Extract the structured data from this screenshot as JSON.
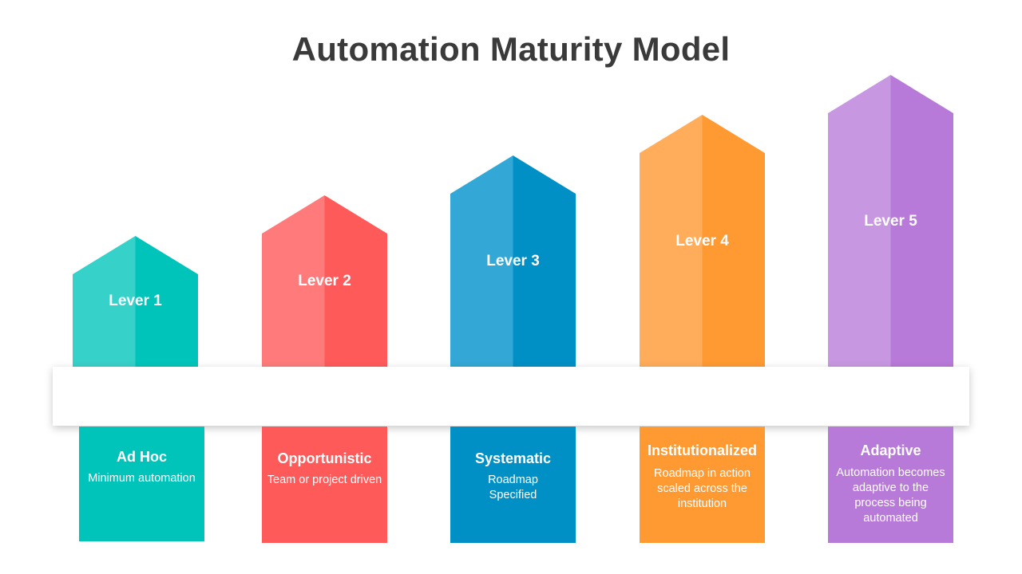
{
  "title": "Automation Maturity Model",
  "levels": [
    {
      "label": "Lever 1",
      "name": "Ad Hoc",
      "description": "Minimum automation",
      "color_light": "#36d1c9",
      "color_dark": "#00c4ba"
    },
    {
      "label": "Lever 2",
      "name": "Opportunistic",
      "description": "Team or project driven",
      "color_light": "#ff7b7b",
      "color_dark": "#ff5a5a"
    },
    {
      "label": "Lever 3",
      "name": "Systematic",
      "description": "Roadmap Specified",
      "color_light": "#33a8d6",
      "color_dark": "#0090c6"
    },
    {
      "label": "Lever 4",
      "name": "Institutionalized",
      "description": "Roadmap in action scaled across the institution",
      "color_light": "#ffad5a",
      "color_dark": "#ff9a33"
    },
    {
      "label": "Lever 5",
      "name": "Adaptive",
      "description": "Automation becomes adaptive to the process being automated",
      "color_light": "#c897e2",
      "color_dark": "#b87ad9"
    }
  ]
}
